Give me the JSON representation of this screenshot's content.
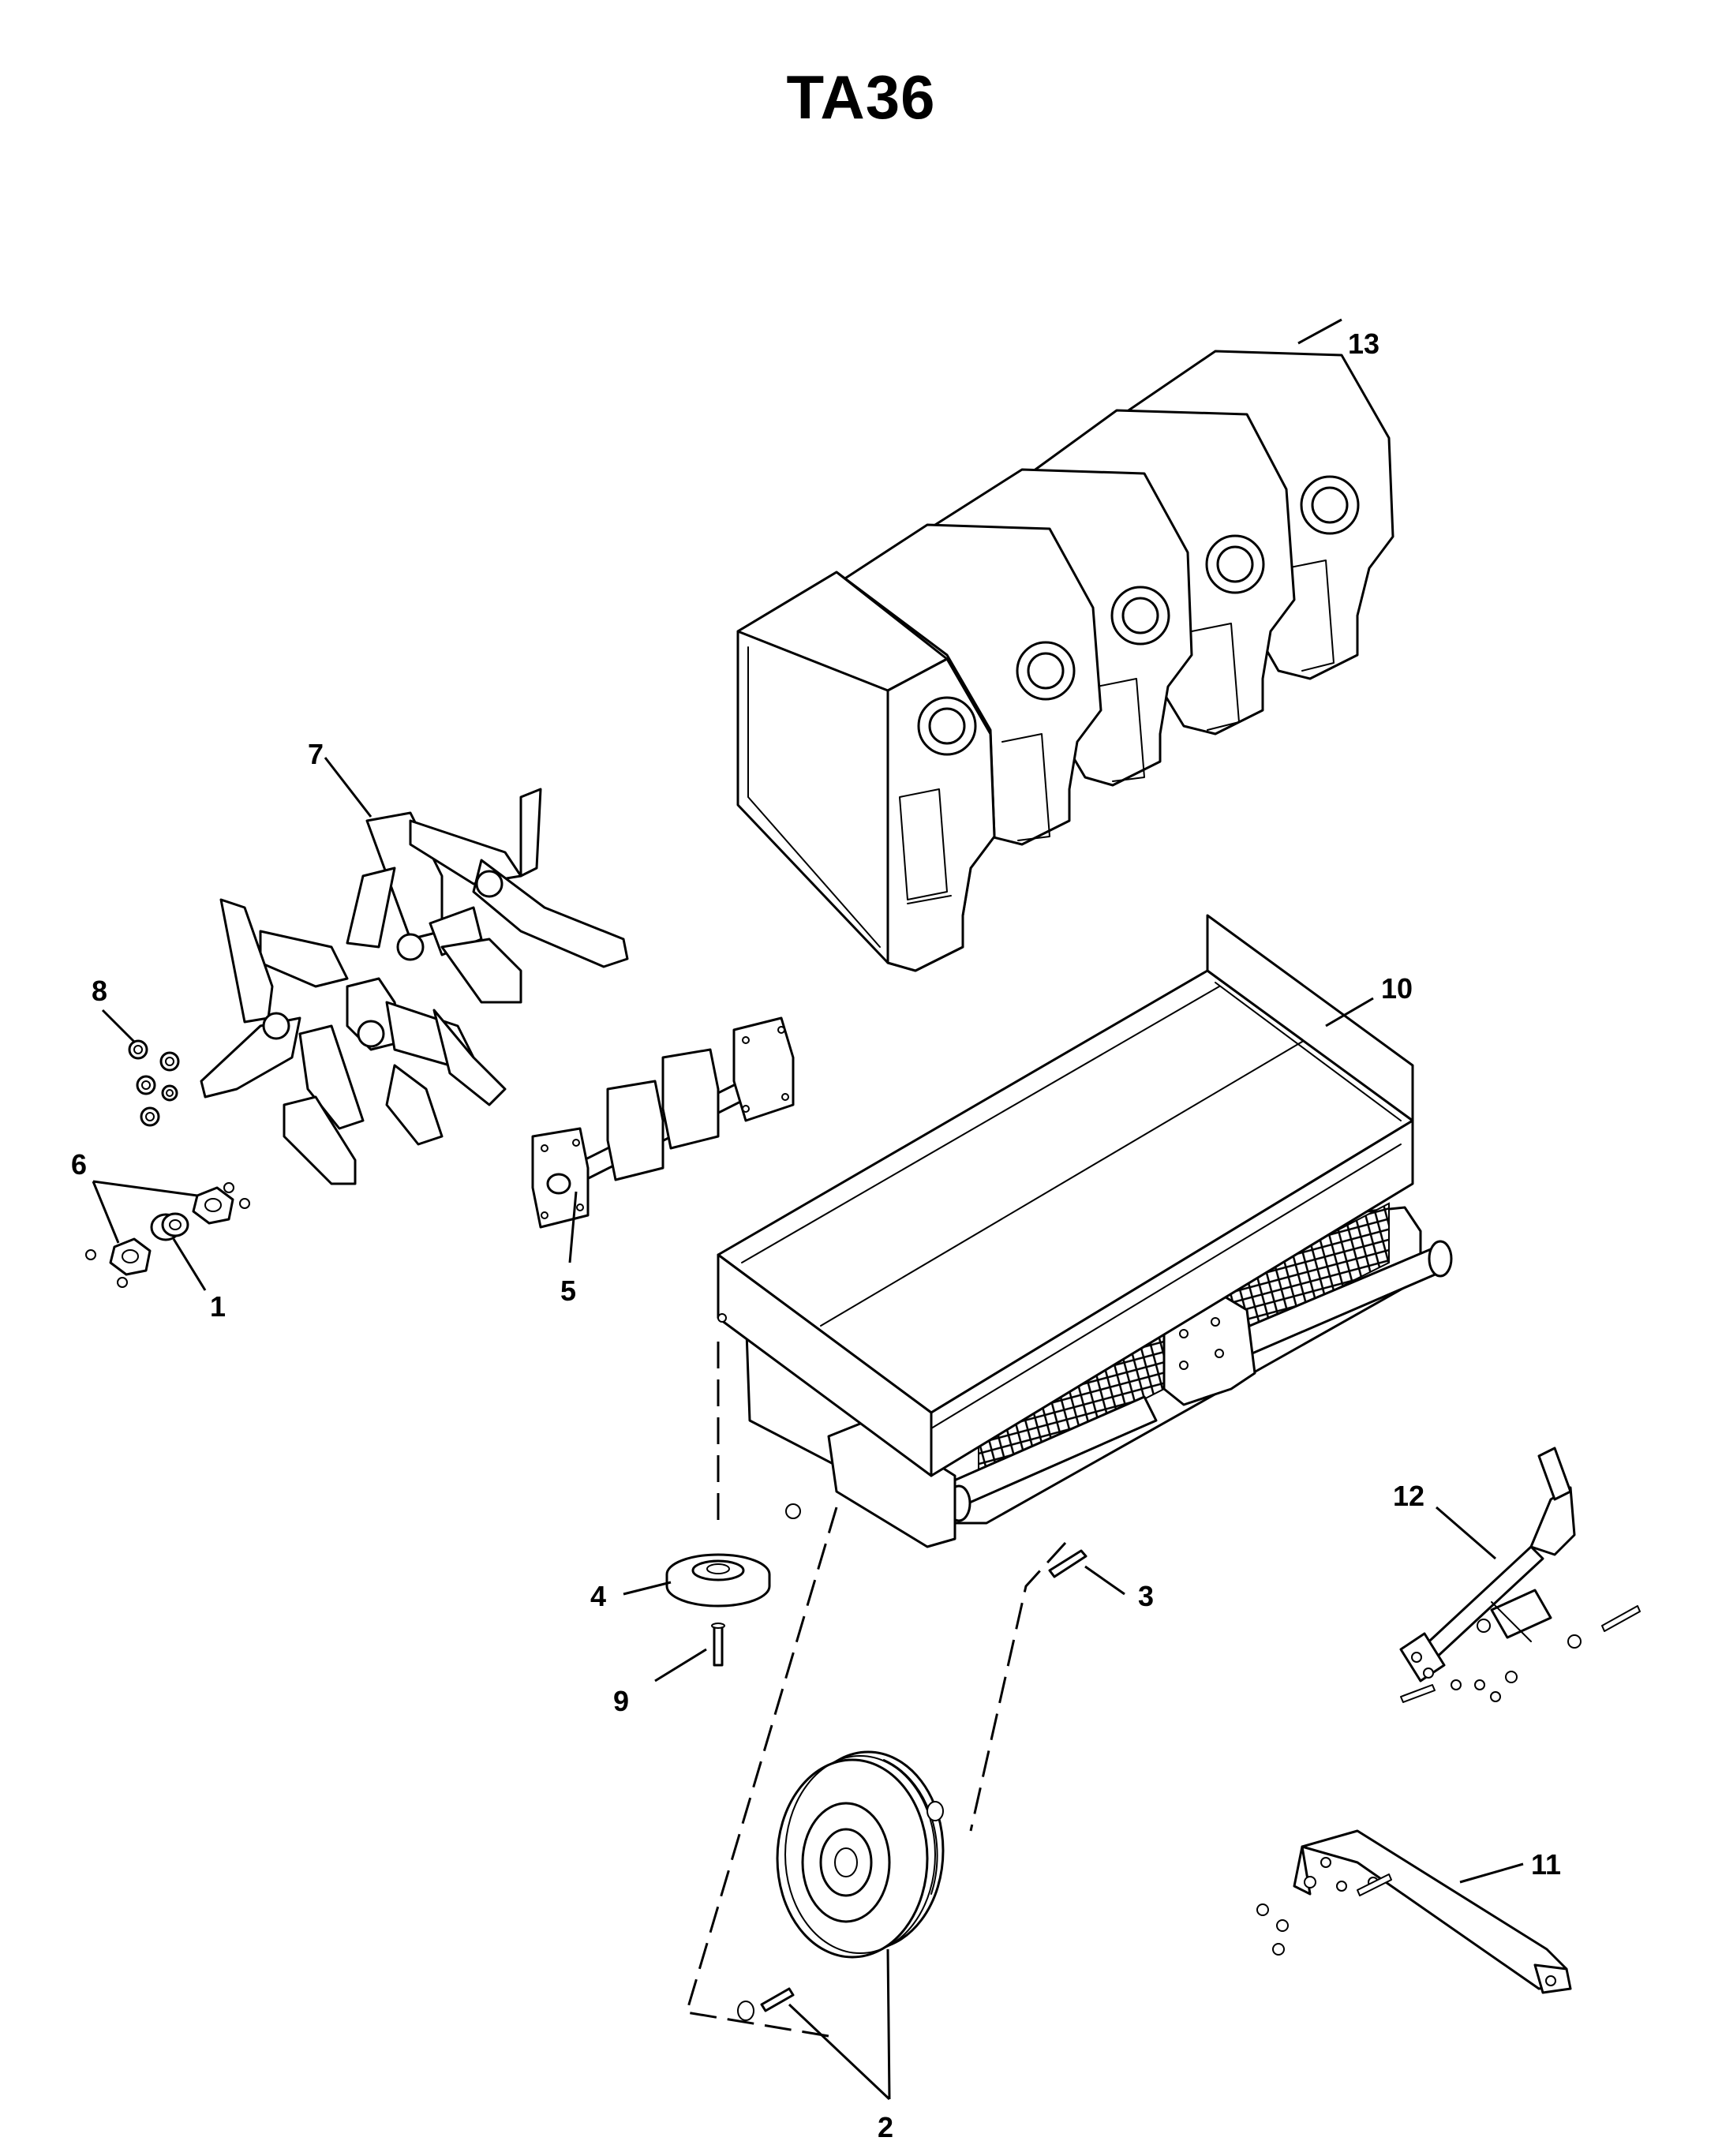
{
  "title": "TA36",
  "callouts": [
    {
      "id": "1",
      "label": "1"
    },
    {
      "id": "2",
      "label": "2"
    },
    {
      "id": "3",
      "label": "3"
    },
    {
      "id": "4",
      "label": "4"
    },
    {
      "id": "5",
      "label": "5"
    },
    {
      "id": "6",
      "label": "6"
    },
    {
      "id": "7",
      "label": "7"
    },
    {
      "id": "8",
      "label": "8"
    },
    {
      "id": "9",
      "label": "9"
    },
    {
      "id": "10",
      "label": "10"
    },
    {
      "id": "11",
      "label": "11"
    },
    {
      "id": "12",
      "label": "12"
    },
    {
      "id": "13",
      "label": "13"
    }
  ]
}
